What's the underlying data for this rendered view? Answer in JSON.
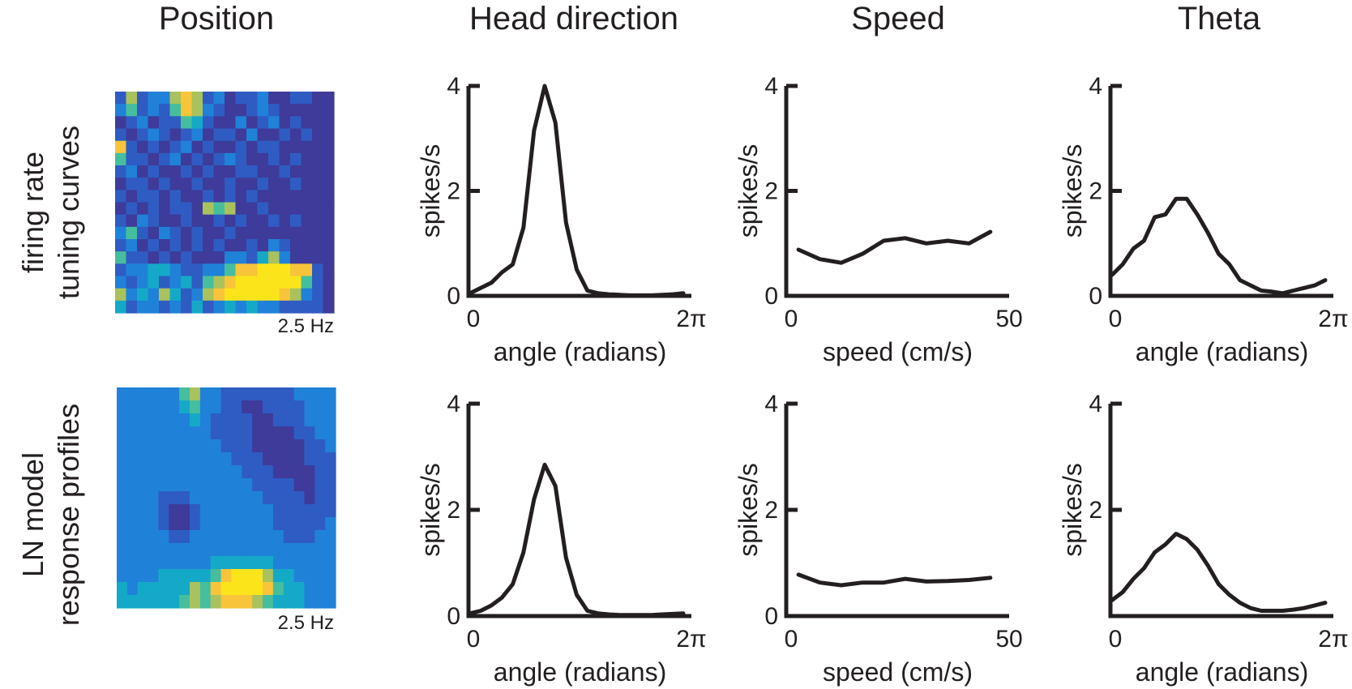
{
  "column_titles": [
    "Position",
    "Head direction",
    "Speed",
    "Theta"
  ],
  "row_labels": [
    [
      "firing rate",
      "tuning curves"
    ],
    [
      "LN model",
      "response profiles"
    ]
  ],
  "heatmap_scale_labels": [
    "2.5 Hz",
    "2.5 Hz"
  ],
  "heatmap_colors": [
    "#3e3b9a",
    "#2f5cc2",
    "#1f82d8",
    "#15a9c8",
    "#45be9e",
    "#a9c25d",
    "#f7c43a",
    "#fbe51a"
  ],
  "chart_data": [
    {
      "type": "heatmap",
      "panel": "Position / firing rate tuning curves",
      "scale_label": "2.5 Hz",
      "vmax": 7,
      "values": [
        [
          2,
          6,
          2,
          3,
          3,
          6,
          7,
          6,
          2,
          3,
          1,
          2,
          2,
          3,
          1,
          1,
          2,
          2,
          1,
          1
        ],
        [
          3,
          5,
          2,
          3,
          2,
          5,
          7,
          6,
          3,
          2,
          1,
          1,
          2,
          3,
          2,
          1,
          1,
          1,
          1,
          1
        ],
        [
          1,
          2,
          3,
          1,
          2,
          2,
          5,
          4,
          2,
          1,
          1,
          3,
          1,
          2,
          3,
          1,
          2,
          1,
          1,
          1
        ],
        [
          2,
          1,
          2,
          3,
          2,
          1,
          2,
          3,
          1,
          2,
          2,
          1,
          3,
          1,
          1,
          2,
          1,
          2,
          1,
          1
        ],
        [
          7,
          2,
          1,
          2,
          1,
          2,
          3,
          1,
          2,
          1,
          1,
          2,
          1,
          2,
          2,
          1,
          1,
          1,
          1,
          1
        ],
        [
          5,
          2,
          2,
          1,
          2,
          3,
          1,
          2,
          1,
          2,
          3,
          2,
          1,
          1,
          2,
          1,
          2,
          1,
          1,
          1
        ],
        [
          2,
          3,
          1,
          2,
          1,
          1,
          2,
          1,
          2,
          1,
          1,
          2,
          2,
          1,
          1,
          2,
          1,
          1,
          1,
          1
        ],
        [
          1,
          2,
          2,
          1,
          2,
          1,
          1,
          2,
          1,
          1,
          2,
          1,
          1,
          2,
          1,
          1,
          2,
          1,
          1,
          1
        ],
        [
          2,
          1,
          2,
          2,
          1,
          2,
          1,
          1,
          2,
          1,
          2,
          1,
          2,
          1,
          1,
          1,
          1,
          1,
          1,
          1
        ],
        [
          1,
          2,
          1,
          2,
          1,
          2,
          2,
          1,
          6,
          5,
          6,
          1,
          1,
          2,
          1,
          1,
          1,
          1,
          1,
          1
        ],
        [
          2,
          1,
          3,
          2,
          1,
          1,
          2,
          1,
          1,
          2,
          1,
          2,
          1,
          1,
          2,
          1,
          2,
          1,
          1,
          1
        ],
        [
          3,
          5,
          2,
          1,
          3,
          2,
          1,
          2,
          1,
          1,
          2,
          1,
          1,
          1,
          1,
          1,
          1,
          1,
          1,
          1
        ],
        [
          2,
          3,
          1,
          2,
          1,
          2,
          1,
          2,
          1,
          2,
          1,
          1,
          2,
          1,
          3,
          2,
          1,
          1,
          1,
          1
        ],
        [
          5,
          2,
          2,
          1,
          2,
          1,
          2,
          1,
          1,
          1,
          3,
          3,
          2,
          4,
          6,
          3,
          1,
          1,
          1,
          1
        ],
        [
          2,
          3,
          3,
          4,
          4,
          3,
          2,
          2,
          3,
          3,
          5,
          7,
          7,
          8,
          8,
          8,
          7,
          7,
          2,
          1
        ],
        [
          3,
          2,
          3,
          4,
          2,
          3,
          4,
          2,
          5,
          6,
          7,
          8,
          8,
          8,
          8,
          8,
          8,
          5,
          2,
          1
        ],
        [
          6,
          3,
          4,
          3,
          6,
          4,
          2,
          3,
          6,
          7,
          8,
          8,
          8,
          8,
          8,
          7,
          6,
          3,
          2,
          1
        ],
        [
          4,
          2,
          3,
          3,
          2,
          3,
          2,
          4,
          2,
          3,
          4,
          3,
          4,
          3,
          3,
          2,
          2,
          2,
          2,
          1
        ]
      ]
    },
    {
      "type": "heatmap",
      "panel": "Position / LN model response profiles",
      "scale_label": "2.5 Hz",
      "vmax": 7,
      "values": [
        [
          3,
          3,
          3,
          3,
          3,
          3,
          5,
          6,
          3,
          3,
          2,
          2,
          2,
          2,
          2,
          2,
          2,
          3,
          3,
          3,
          3
        ],
        [
          3,
          3,
          3,
          3,
          3,
          3,
          4,
          5,
          3,
          3,
          2,
          2,
          1,
          1,
          2,
          2,
          2,
          2,
          3,
          3,
          3
        ],
        [
          3,
          3,
          3,
          3,
          3,
          3,
          3,
          4,
          3,
          2,
          2,
          2,
          2,
          1,
          1,
          2,
          2,
          2,
          3,
          3,
          3
        ],
        [
          3,
          3,
          3,
          3,
          3,
          3,
          3,
          3,
          3,
          2,
          2,
          2,
          2,
          1,
          1,
          1,
          1,
          2,
          2,
          3,
          3
        ],
        [
          3,
          3,
          3,
          3,
          3,
          3,
          3,
          3,
          3,
          3,
          2,
          2,
          2,
          1,
          1,
          1,
          1,
          1,
          2,
          2,
          3
        ],
        [
          3,
          3,
          3,
          3,
          3,
          3,
          3,
          3,
          3,
          3,
          3,
          2,
          2,
          2,
          1,
          1,
          1,
          1,
          2,
          2,
          2
        ],
        [
          3,
          3,
          3,
          3,
          3,
          3,
          3,
          3,
          3,
          3,
          3,
          3,
          2,
          2,
          2,
          1,
          1,
          1,
          1,
          2,
          2
        ],
        [
          3,
          3,
          3,
          3,
          3,
          3,
          3,
          3,
          3,
          3,
          3,
          3,
          3,
          2,
          2,
          2,
          2,
          1,
          1,
          2,
          2
        ],
        [
          3,
          3,
          3,
          3,
          2,
          2,
          2,
          3,
          3,
          3,
          3,
          3,
          3,
          3,
          2,
          2,
          2,
          2,
          1,
          2,
          2
        ],
        [
          3,
          3,
          3,
          3,
          2,
          1,
          1,
          2,
          3,
          3,
          3,
          3,
          3,
          3,
          3,
          2,
          2,
          2,
          2,
          2,
          2
        ],
        [
          3,
          3,
          3,
          3,
          2,
          1,
          1,
          2,
          3,
          3,
          3,
          3,
          3,
          3,
          3,
          2,
          2,
          2,
          2,
          2,
          3
        ],
        [
          3,
          3,
          3,
          3,
          3,
          2,
          2,
          3,
          3,
          3,
          3,
          3,
          3,
          3,
          3,
          3,
          2,
          2,
          2,
          3,
          3
        ],
        [
          3,
          3,
          3,
          3,
          3,
          3,
          3,
          3,
          3,
          3,
          3,
          3,
          3,
          3,
          3,
          3,
          3,
          3,
          3,
          3,
          3
        ],
        [
          3,
          3,
          3,
          3,
          3,
          3,
          3,
          3,
          3,
          4,
          4,
          4,
          4,
          4,
          4,
          3,
          3,
          3,
          3,
          3,
          3
        ],
        [
          3,
          3,
          3,
          3,
          4,
          4,
          4,
          4,
          4,
          5,
          7,
          8,
          8,
          8,
          6,
          4,
          4,
          3,
          3,
          3,
          3
        ],
        [
          4,
          3,
          4,
          4,
          4,
          4,
          4,
          6,
          5,
          7,
          8,
          8,
          8,
          8,
          7,
          5,
          4,
          4,
          3,
          3,
          3
        ],
        [
          4,
          4,
          4,
          4,
          4,
          4,
          5,
          6,
          5,
          6,
          7,
          7,
          7,
          6,
          5,
          4,
          4,
          4,
          3,
          3,
          3
        ]
      ]
    },
    {
      "type": "line",
      "panel": "Head direction / firing rate tuning curves",
      "xlabel": "angle (radians)",
      "ylabel": "spikes/s",
      "xticks": [
        "0",
        "2π"
      ],
      "yticks": [
        "0",
        "2",
        "4"
      ],
      "xlim": [
        0,
        6.283
      ],
      "ylim": [
        0,
        4
      ],
      "x": [
        0,
        0.314,
        0.628,
        0.942,
        1.257,
        1.571,
        1.885,
        2.199,
        2.513,
        2.827,
        3.142,
        3.456,
        3.77,
        4.084,
        4.398,
        4.712,
        5.027,
        5.341,
        5.655,
        5.969,
        6.283
      ],
      "y": [
        0.05,
        0.15,
        0.25,
        0.45,
        0.6,
        1.3,
        3.15,
        4.0,
        3.3,
        1.4,
        0.5,
        0.1,
        0.05,
        0.03,
        0.02,
        0.01,
        0.01,
        0.01,
        0.02,
        0.03,
        0.05
      ]
    },
    {
      "type": "line",
      "panel": "Speed / firing rate tuning curves",
      "xlabel": "speed (cm/s)",
      "ylabel": "spikes/s",
      "xticks": [
        "0",
        "50"
      ],
      "yticks": [
        "0",
        "2",
        "4"
      ],
      "xlim": [
        0,
        50
      ],
      "ylim": [
        0,
        4
      ],
      "x": [
        2.5,
        7.5,
        12.5,
        17.5,
        22.5,
        27.5,
        32.5,
        37.5,
        42.5,
        47.5
      ],
      "y": [
        0.88,
        0.7,
        0.63,
        0.8,
        1.05,
        1.1,
        1.0,
        1.05,
        1.0,
        1.22
      ]
    },
    {
      "type": "line",
      "panel": "Theta / firing rate tuning curves",
      "xlabel": "angle (radians)",
      "ylabel": "spikes/s",
      "xticks": [
        "0",
        "2π"
      ],
      "yticks": [
        "0",
        "2",
        "4"
      ],
      "xlim": [
        0,
        6.283
      ],
      "ylim": [
        0,
        4
      ],
      "x": [
        0,
        0.314,
        0.628,
        0.942,
        1.257,
        1.571,
        1.885,
        2.199,
        2.513,
        2.827,
        3.142,
        3.456,
        3.77,
        4.084,
        4.398,
        4.712,
        5.027,
        5.341,
        5.655,
        5.969,
        6.283
      ],
      "y": [
        0.4,
        0.6,
        0.9,
        1.05,
        1.5,
        1.55,
        1.85,
        1.85,
        1.55,
        1.2,
        0.8,
        0.6,
        0.3,
        0.2,
        0.1,
        0.08,
        0.05,
        0.1,
        0.15,
        0.2,
        0.3
      ]
    },
    {
      "type": "line",
      "panel": "Head direction / LN model response profiles",
      "xlabel": "angle (radians)",
      "ylabel": "spikes/s",
      "xticks": [
        "0",
        "2π"
      ],
      "yticks": [
        "0",
        "2",
        "4"
      ],
      "xlim": [
        0,
        6.283
      ],
      "ylim": [
        0,
        4
      ],
      "x": [
        0,
        0.314,
        0.628,
        0.942,
        1.257,
        1.571,
        1.885,
        2.199,
        2.513,
        2.827,
        3.142,
        3.456,
        3.77,
        4.084,
        4.398,
        4.712,
        5.027,
        5.341,
        5.655,
        5.969,
        6.283
      ],
      "y": [
        0.05,
        0.1,
        0.2,
        0.35,
        0.6,
        1.2,
        2.2,
        2.85,
        2.45,
        1.1,
        0.4,
        0.1,
        0.05,
        0.03,
        0.02,
        0.02,
        0.02,
        0.02,
        0.03,
        0.04,
        0.05
      ]
    },
    {
      "type": "line",
      "panel": "Speed / LN model response profiles",
      "xlabel": "speed (cm/s)",
      "ylabel": "spikes/s",
      "xticks": [
        "0",
        "50"
      ],
      "yticks": [
        "0",
        "2",
        "4"
      ],
      "xlim": [
        0,
        50
      ],
      "ylim": [
        0,
        4
      ],
      "x": [
        2.5,
        7.5,
        12.5,
        17.5,
        22.5,
        27.5,
        32.5,
        37.5,
        42.5,
        47.5
      ],
      "y": [
        0.78,
        0.63,
        0.58,
        0.63,
        0.63,
        0.7,
        0.65,
        0.66,
        0.68,
        0.72
      ]
    },
    {
      "type": "line",
      "panel": "Theta / LN model response profiles",
      "xlabel": "angle (radians)",
      "ylabel": "spikes/s",
      "xticks": [
        "0",
        "2π"
      ],
      "yticks": [
        "2",
        "4"
      ],
      "xlim": [
        0,
        6.283
      ],
      "ylim": [
        0,
        4
      ],
      "x": [
        0,
        0.314,
        0.628,
        0.942,
        1.257,
        1.571,
        1.885,
        2.199,
        2.513,
        2.827,
        3.142,
        3.456,
        3.77,
        4.084,
        4.398,
        4.712,
        5.027,
        5.341,
        5.655,
        5.969,
        6.283
      ],
      "y": [
        0.3,
        0.45,
        0.7,
        0.9,
        1.2,
        1.35,
        1.55,
        1.45,
        1.25,
        0.95,
        0.6,
        0.4,
        0.25,
        0.15,
        0.1,
        0.1,
        0.1,
        0.12,
        0.15,
        0.2,
        0.25
      ]
    }
  ]
}
